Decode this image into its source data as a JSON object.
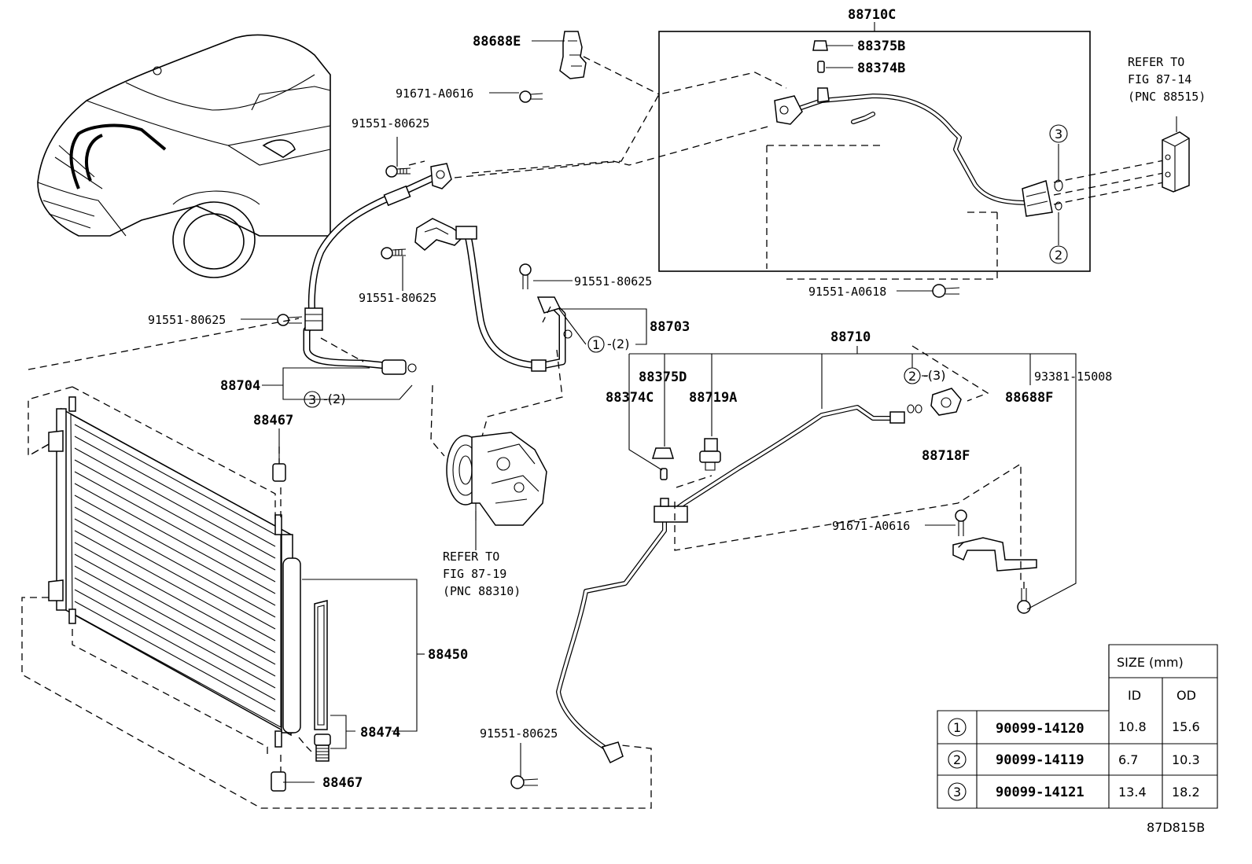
{
  "labels": {
    "p88710c": "88710C",
    "p88375b": "88375B",
    "p88374b": "88374B",
    "p88688e": "88688E",
    "p91671a0616_top": "91671-A0616",
    "p91551_80625_a": "91551-80625",
    "p91551_80625_b": "91551-80625",
    "p91551_80625_c": "91551-80625",
    "p91551_80625_d": "91551-80625",
    "p91551_80625_e": "91551-80625",
    "p88703": "88703",
    "p88704": "88704",
    "p88467_top": "88467",
    "p88467_bottom": "88467",
    "p88450": "88450",
    "p88474": "88474",
    "p91551a0618": "91551-A0618",
    "p88710": "88710",
    "p88375d": "88375D",
    "p88374c": "88374C",
    "p88719a": "88719A",
    "p88718f": "88718F",
    "p93381_15008": "93381-15008",
    "p88688f": "88688F",
    "p91671a0616_mid": "91671-A0616",
    "diagram_code": "87D815B"
  },
  "refs": {
    "fig87_14": [
      "REFER TO",
      "FIG 87-14",
      "(PNC 88515)"
    ],
    "fig87_19": [
      "REFER TO",
      "FIG 87-19",
      "(PNC 88310)"
    ]
  },
  "callouts": {
    "c88703_num": "1",
    "c88703_sub": "-(2)",
    "c88704_num": "3",
    "c88704_sub": "-(2)",
    "c88710_num": "2",
    "c88710_sub": "-(3)",
    "c88710c_top": "3",
    "c88710c_bottom": "2"
  },
  "size_table": {
    "header": "SIZE (mm)",
    "col_id": "ID",
    "col_od": "OD",
    "rows": [
      {
        "ref": "1",
        "part": "90099-14120",
        "id": "10.8",
        "od": "15.6"
      },
      {
        "ref": "2",
        "part": "90099-14119",
        "id": "6.7",
        "od": "10.3"
      },
      {
        "ref": "3",
        "part": "90099-14121",
        "id": "13.4",
        "od": "18.2"
      }
    ]
  }
}
